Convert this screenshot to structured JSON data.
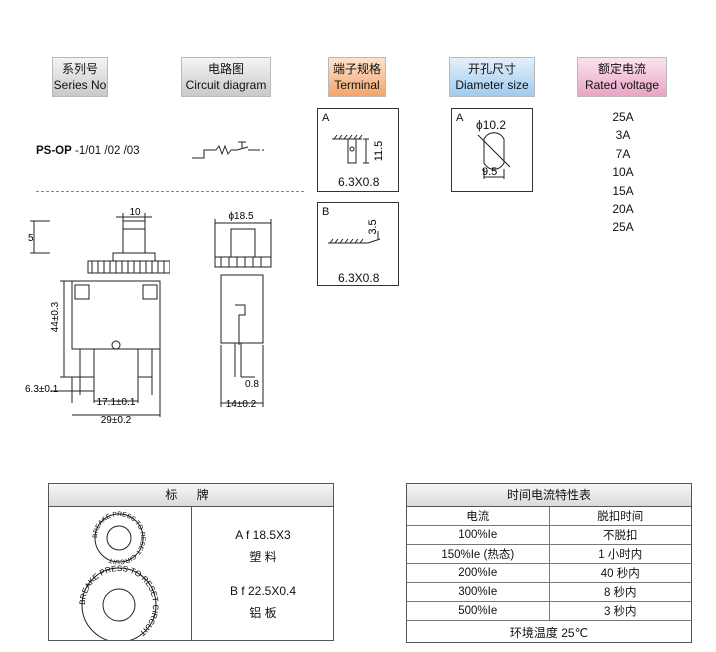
{
  "headers": [
    {
      "cn": "系列号",
      "en": "Series No"
    },
    {
      "cn": "电路图",
      "en": "Circuit diagram"
    },
    {
      "cn": "端子规格",
      "en": "Terminal"
    },
    {
      "cn": "开孔尺寸",
      "en": "Diameter size"
    },
    {
      "cn": "额定电流",
      "en": "Rated voltage"
    }
  ],
  "series": {
    "prefix": "PS-OP",
    "models": " -1/01 /02 /03"
  },
  "terminal": {
    "a": {
      "label": "A",
      "dim_h": "11.5",
      "spec": "6.3X0.8"
    },
    "b": {
      "label": "B",
      "dim_h": "3.5",
      "spec": "6.3X0.8"
    }
  },
  "diameter": {
    "label": "A",
    "dia": "ϕ10.2",
    "width": "9.5"
  },
  "ratings": [
    "25A",
    "3A",
    "7A",
    "10A",
    "15A",
    "20A",
    "25A"
  ],
  "drawing": {
    "front": {
      "top_w": "10",
      "top_h": "5",
      "body_h": "44±0.3",
      "term_w": "6.3±0.1",
      "inner_w": "17.1±0.1",
      "total_w": "29±0.2"
    },
    "side": {
      "dia": "ϕ18.5",
      "thick": "0.8",
      "total_w": "14±0.2"
    }
  },
  "nameplate": {
    "title": "标 牌",
    "a_spec": "A f 18.5X3",
    "a_mat": "塑 料",
    "b_spec": "B f 22.5X0.4",
    "b_mat": "铝 板",
    "small_text": "BREAKE PRESS TO RESET CIRCUIT",
    "large_text": "BREAKE PRESS TO RESET CIRCUIT"
  },
  "timing": {
    "title": "时间电流特性表",
    "col_current": "电流",
    "col_time": "脱扣时间",
    "rows": [
      {
        "current": "100%Ie",
        "time": "不脱扣"
      },
      {
        "current": "150%Ie (热态)",
        "time": "1 小时内"
      },
      {
        "current": "200%Ie",
        "time": "40 秒内"
      },
      {
        "current": "300%Ie",
        "time": "8 秒内"
      },
      {
        "current": "500%Ie",
        "time": "3 秒内"
      }
    ],
    "footer": "环境温度 25℃"
  }
}
